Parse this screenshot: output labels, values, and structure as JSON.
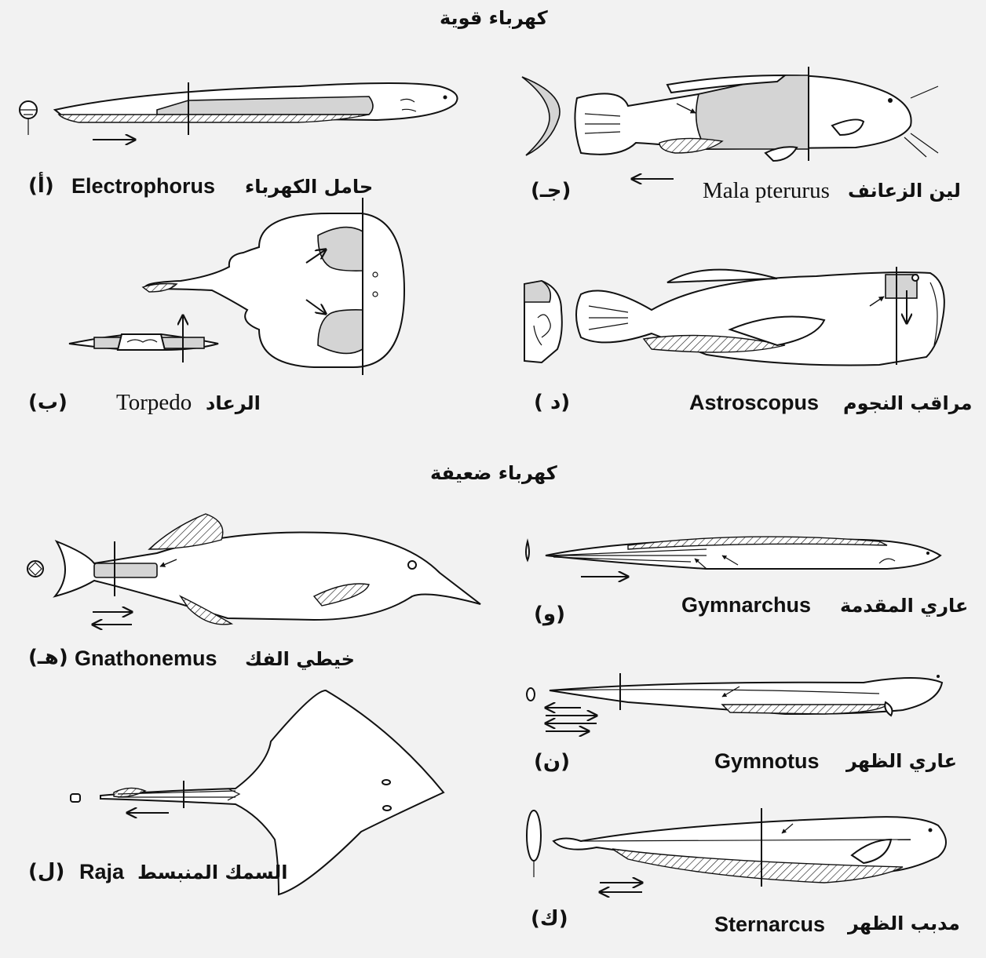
{
  "sections": {
    "strong": "كهرباء قوية",
    "weak": "كهرباء ضعيفة"
  },
  "fish": [
    {
      "id": "a",
      "letter": "(أ)",
      "latin": "Electrophorus",
      "arabic": "حامل الكهرباء"
    },
    {
      "id": "c",
      "letter": "(جـ)",
      "latin": "Mala pterurus",
      "arabic": "لين الزعانف"
    },
    {
      "id": "b",
      "letter": "(ب)",
      "latin": "Torpedo",
      "arabic": "الرعاد"
    },
    {
      "id": "d",
      "letter": "( د)",
      "latin": "Astroscopus",
      "arabic": "مراقب النجوم"
    },
    {
      "id": "h",
      "letter": "(هـ)",
      "latin": "Gnathonemus",
      "arabic": "خيطي الفك"
    },
    {
      "id": "w",
      "letter": "(و)",
      "latin": "Gymnarchus",
      "arabic": "عاري المقدمة"
    },
    {
      "id": "n",
      "letter": "(ن)",
      "latin": "Gymnotus",
      "arabic": "عاري الظهر"
    },
    {
      "id": "l",
      "letter": "(ل)",
      "latin": "Raja",
      "arabic": "السمك المنبسط"
    },
    {
      "id": "k",
      "letter": "(ك)",
      "latin": "Sternarcus",
      "arabic": "مدبب الظهر"
    }
  ]
}
